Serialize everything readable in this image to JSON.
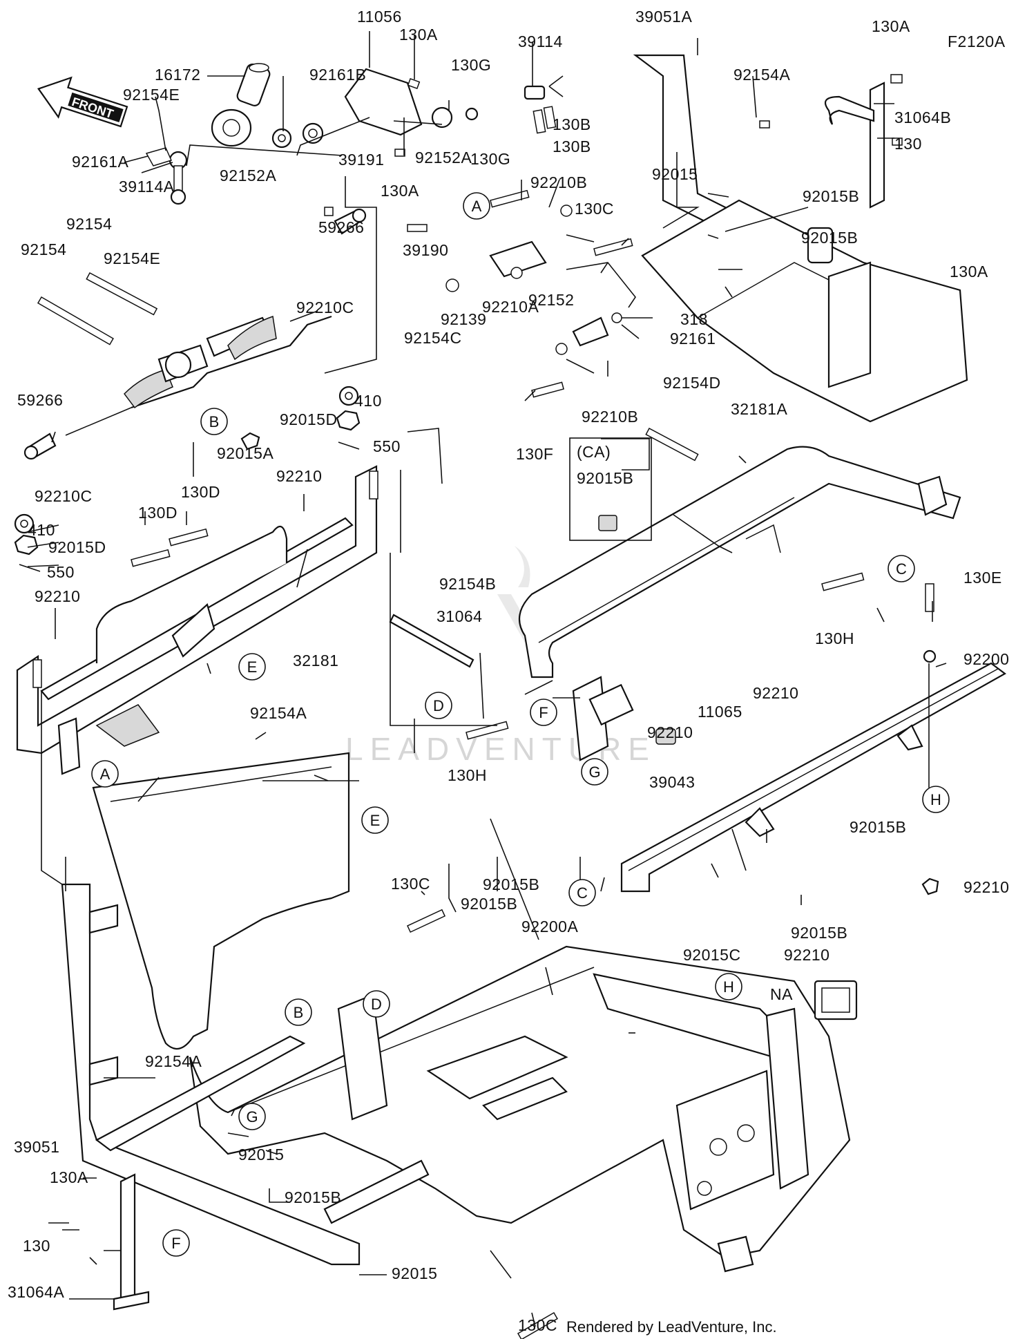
{
  "diagram": {
    "code": "F2120A",
    "front_label": "FRONT",
    "watermark": "LEADVENTURE",
    "footer": "Rendered by LeadVenture, Inc.",
    "na_label": "NA",
    "ca_label": "(CA)",
    "labels": [
      {
        "text": "11056"
      },
      {
        "text": "130A"
      },
      {
        "text": "39114"
      },
      {
        "text": "39051A"
      },
      {
        "text": "130A"
      },
      {
        "text": "16172"
      },
      {
        "text": "92161B"
      },
      {
        "text": "130G"
      },
      {
        "text": "92154A"
      },
      {
        "text": "31064B"
      },
      {
        "text": "92154E"
      },
      {
        "text": "130B"
      },
      {
        "text": "130B"
      },
      {
        "text": "130"
      },
      {
        "text": "92161A"
      },
      {
        "text": "39191"
      },
      {
        "text": "39114A"
      },
      {
        "text": "92152A"
      },
      {
        "text": "130A"
      },
      {
        "text": "92152A"
      },
      {
        "text": "130G"
      },
      {
        "text": "92210B"
      },
      {
        "text": "92015"
      },
      {
        "text": "92015B"
      },
      {
        "text": "92154"
      },
      {
        "text": "92154E"
      },
      {
        "text": "59266"
      },
      {
        "text": "130C"
      },
      {
        "text": "92015B"
      },
      {
        "text": "92154"
      },
      {
        "text": "39190"
      },
      {
        "text": "130A"
      },
      {
        "text": "92152"
      },
      {
        "text": "92210C"
      },
      {
        "text": "92210A"
      },
      {
        "text": "92139"
      },
      {
        "text": "92154C"
      },
      {
        "text": "318"
      },
      {
        "text": "92161"
      },
      {
        "text": "410"
      },
      {
        "text": "59266"
      },
      {
        "text": "92015D"
      },
      {
        "text": "92210B"
      },
      {
        "text": "92154D"
      },
      {
        "text": "32181A"
      },
      {
        "text": "550"
      },
      {
        "text": "130F"
      },
      {
        "text": "92015A"
      },
      {
        "text": "92210C"
      },
      {
        "text": "92015B"
      },
      {
        "text": "92210"
      },
      {
        "text": "130D"
      },
      {
        "text": "130D"
      },
      {
        "text": "410"
      },
      {
        "text": "92015D"
      },
      {
        "text": "550"
      },
      {
        "text": "92154B"
      },
      {
        "text": "130E"
      },
      {
        "text": "31064"
      },
      {
        "text": "92210"
      },
      {
        "text": "130H"
      },
      {
        "text": "92200"
      },
      {
        "text": "32181"
      },
      {
        "text": "92210"
      },
      {
        "text": "11065"
      },
      {
        "text": "92154A"
      },
      {
        "text": "92210"
      },
      {
        "text": "130H"
      },
      {
        "text": "39043"
      },
      {
        "text": "92015B"
      },
      {
        "text": "92210"
      },
      {
        "text": "130C"
      },
      {
        "text": "92015B"
      },
      {
        "text": "92015B"
      },
      {
        "text": "92200A"
      },
      {
        "text": "92015B"
      },
      {
        "text": "92210"
      },
      {
        "text": "92015C"
      },
      {
        "text": "92154A"
      },
      {
        "text": "39051"
      },
      {
        "text": "92015"
      },
      {
        "text": "130A"
      },
      {
        "text": "92015B"
      },
      {
        "text": "130"
      },
      {
        "text": "92015"
      },
      {
        "text": "31064A"
      },
      {
        "text": "130C"
      }
    ],
    "circle_refs": [
      {
        "letter": "A"
      },
      {
        "letter": "B"
      },
      {
        "letter": "C"
      },
      {
        "letter": "D"
      },
      {
        "letter": "E"
      },
      {
        "letter": "F"
      },
      {
        "letter": "G"
      },
      {
        "letter": "H"
      },
      {
        "letter": "A"
      },
      {
        "letter": "E"
      },
      {
        "letter": "B"
      },
      {
        "letter": "C"
      },
      {
        "letter": "D"
      },
      {
        "letter": "H"
      },
      {
        "letter": "G"
      },
      {
        "letter": "F"
      }
    ]
  }
}
